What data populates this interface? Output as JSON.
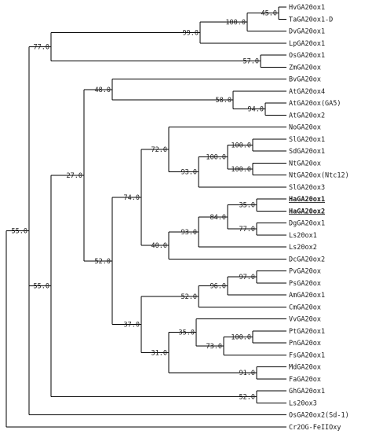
{
  "tree": {
    "leaves": [
      {
        "id": "HvGA20ox1",
        "label": "HvGA20ox1"
      },
      {
        "id": "TaGA20ox1-D",
        "label": "TaGA20ox1-D"
      },
      {
        "id": "DvGA20ox1",
        "label": "DvGA20ox1"
      },
      {
        "id": "LpGA20ox1",
        "label": "LpGA20ox1"
      },
      {
        "id": "OsGA20ox1",
        "label": "OsGA20ox1"
      },
      {
        "id": "ZmGA20ox",
        "label": "ZmGA20ox"
      },
      {
        "id": "BvGA20ox",
        "label": "BvGA20ox"
      },
      {
        "id": "AtGA20ox4",
        "label": "AtGA20ox4"
      },
      {
        "id": "AtGA20ox-GA5",
        "label": "AtGA20ox(GA5)"
      },
      {
        "id": "AtGA20ox2",
        "label": "AtGA20ox2"
      },
      {
        "id": "NoGA20ox",
        "label": "NoGA20ox"
      },
      {
        "id": "SlGA20ox1",
        "label": "SlGA20ox1"
      },
      {
        "id": "SdGA20ox1",
        "label": "SdGA20ox1"
      },
      {
        "id": "NtGA20ox",
        "label": "NtGA20ox"
      },
      {
        "id": "NtGA20ox-Ntc12",
        "label": "NtGA20ox(Ntc12)"
      },
      {
        "id": "SlGA20ox3",
        "label": "SlGA20ox3"
      },
      {
        "id": "HaGA20ox1",
        "label": "HaGA20ox1",
        "bold": true
      },
      {
        "id": "HaGA20ox2",
        "label": "HaGA20ox2",
        "bold": true
      },
      {
        "id": "DgGA20ox1",
        "label": "DgGA20ox1"
      },
      {
        "id": "Ls20ox1",
        "label": "Ls20ox1"
      },
      {
        "id": "Ls20ox2",
        "label": "Ls20ox2"
      },
      {
        "id": "DcGA20ox2",
        "label": "DcGA20ox2"
      },
      {
        "id": "PvGA20ox",
        "label": "PvGA20ox"
      },
      {
        "id": "PsGA20ox",
        "label": "PsGA20ox"
      },
      {
        "id": "AmGA20ox1",
        "label": "AmGA20ox1"
      },
      {
        "id": "CmGA20ox",
        "label": "CmGA20ox"
      },
      {
        "id": "VvGA20ox",
        "label": "VvGA20ox"
      },
      {
        "id": "PtGA20ox1",
        "label": "PtGA20ox1"
      },
      {
        "id": "PnGA20ox",
        "label": "PnGA20ox"
      },
      {
        "id": "FsGA20ox1",
        "label": "FsGA20ox1"
      },
      {
        "id": "MdGA20ox",
        "label": "MdGA20ox"
      },
      {
        "id": "FaGA20ox",
        "label": "FaGA20ox"
      },
      {
        "id": "GhGA20ox1",
        "label": "GhGA20ox1"
      },
      {
        "id": "Ls20ox3",
        "label": "Ls20ox3"
      },
      {
        "id": "OsGA20ox2-Sd-1",
        "label": "OsGA20ox2(Sd-1)"
      },
      {
        "id": "Cr2OG-FeIIOxy",
        "label": "Cr2OG-FeIIOxy"
      }
    ],
    "nodes": [
      {
        "id": "n_hv_ta",
        "support": "45.0"
      },
      {
        "id": "n_hv_dv",
        "support": "100.0"
      },
      {
        "id": "n_hv_lp",
        "support": "99.0"
      },
      {
        "id": "n_os_zm",
        "support": "57.0"
      },
      {
        "id": "n_monocot",
        "support": "77.0"
      },
      {
        "id": "n_at2",
        "support": "94.0"
      },
      {
        "id": "n_at4",
        "support": "58.0"
      },
      {
        "id": "n_bv",
        "support": "48.0"
      },
      {
        "id": "n_sl_sd",
        "support": "100.0"
      },
      {
        "id": "n_nt",
        "support": "100.0"
      },
      {
        "id": "n_solan",
        "support": "100.0"
      },
      {
        "id": "n_sl3",
        "support": "93.0"
      },
      {
        "id": "n_no",
        "support": "72.0"
      },
      {
        "id": "n_ha",
        "support": "35.0"
      },
      {
        "id": "n_dg",
        "support": "77.0"
      },
      {
        "id": "n_ha_dg",
        "support": "84.0"
      },
      {
        "id": "n_ls2",
        "support": "93.0"
      },
      {
        "id": "n_dc",
        "support": "40.0"
      },
      {
        "id": "n_aster",
        "support": "74.0"
      },
      {
        "id": "n_pv_ps",
        "support": "97.0"
      },
      {
        "id": "n_am",
        "support": "96.0"
      },
      {
        "id": "n_cm",
        "support": "52.0"
      },
      {
        "id": "n_pt_pn",
        "support": "100.0"
      },
      {
        "id": "n_fs",
        "support": "73.0"
      },
      {
        "id": "n_vv",
        "support": "35.0"
      },
      {
        "id": "n_md_fa",
        "support": "91.0"
      },
      {
        "id": "n_rosid",
        "support": "31.0"
      },
      {
        "id": "n_eud_b",
        "support": "37.0"
      },
      {
        "id": "n_eud",
        "support": "52.0"
      },
      {
        "id": "n_dicot",
        "support": "27.0"
      },
      {
        "id": "n_gh_ls3",
        "support": "52.0"
      },
      {
        "id": "n_dicot_all",
        "support": "55.0"
      },
      {
        "id": "n_all",
        "support": "55.0"
      }
    ]
  }
}
